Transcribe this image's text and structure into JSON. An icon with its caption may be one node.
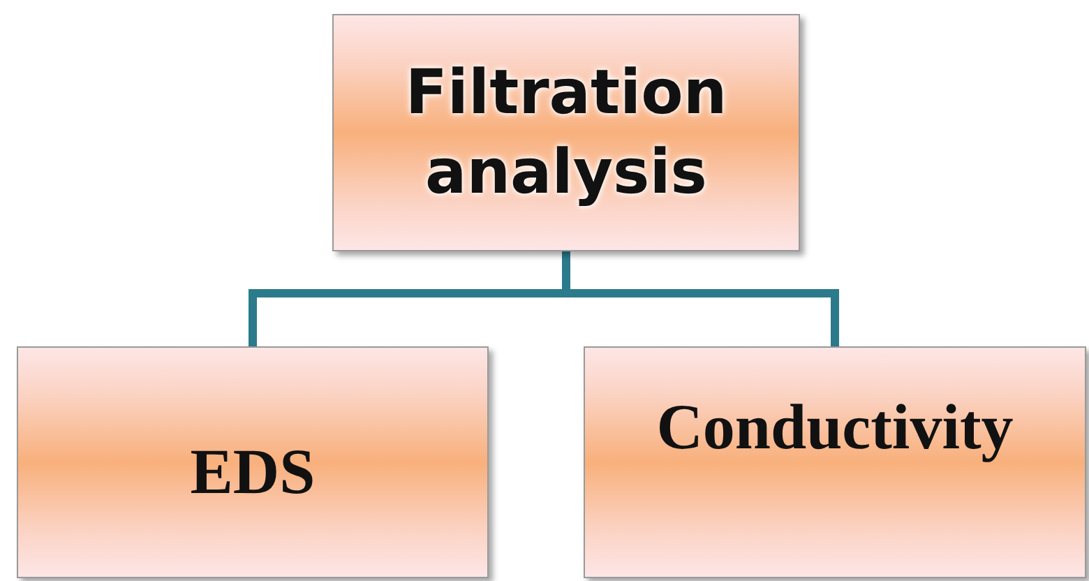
{
  "diagram": {
    "nodes": [
      {
        "text": [
          "Filtration analysis"
        ]
      },
      {
        "text": [
          "EDS"
        ]
      },
      {
        "text": [
          "Conductivity"
        ]
      }
    ],
    "edges": [
      {
        "from": 0,
        "to": 1,
        "arrow": "none"
      },
      {
        "from": 0,
        "to": 2,
        "arrow": "none"
      }
    ]
  }
}
